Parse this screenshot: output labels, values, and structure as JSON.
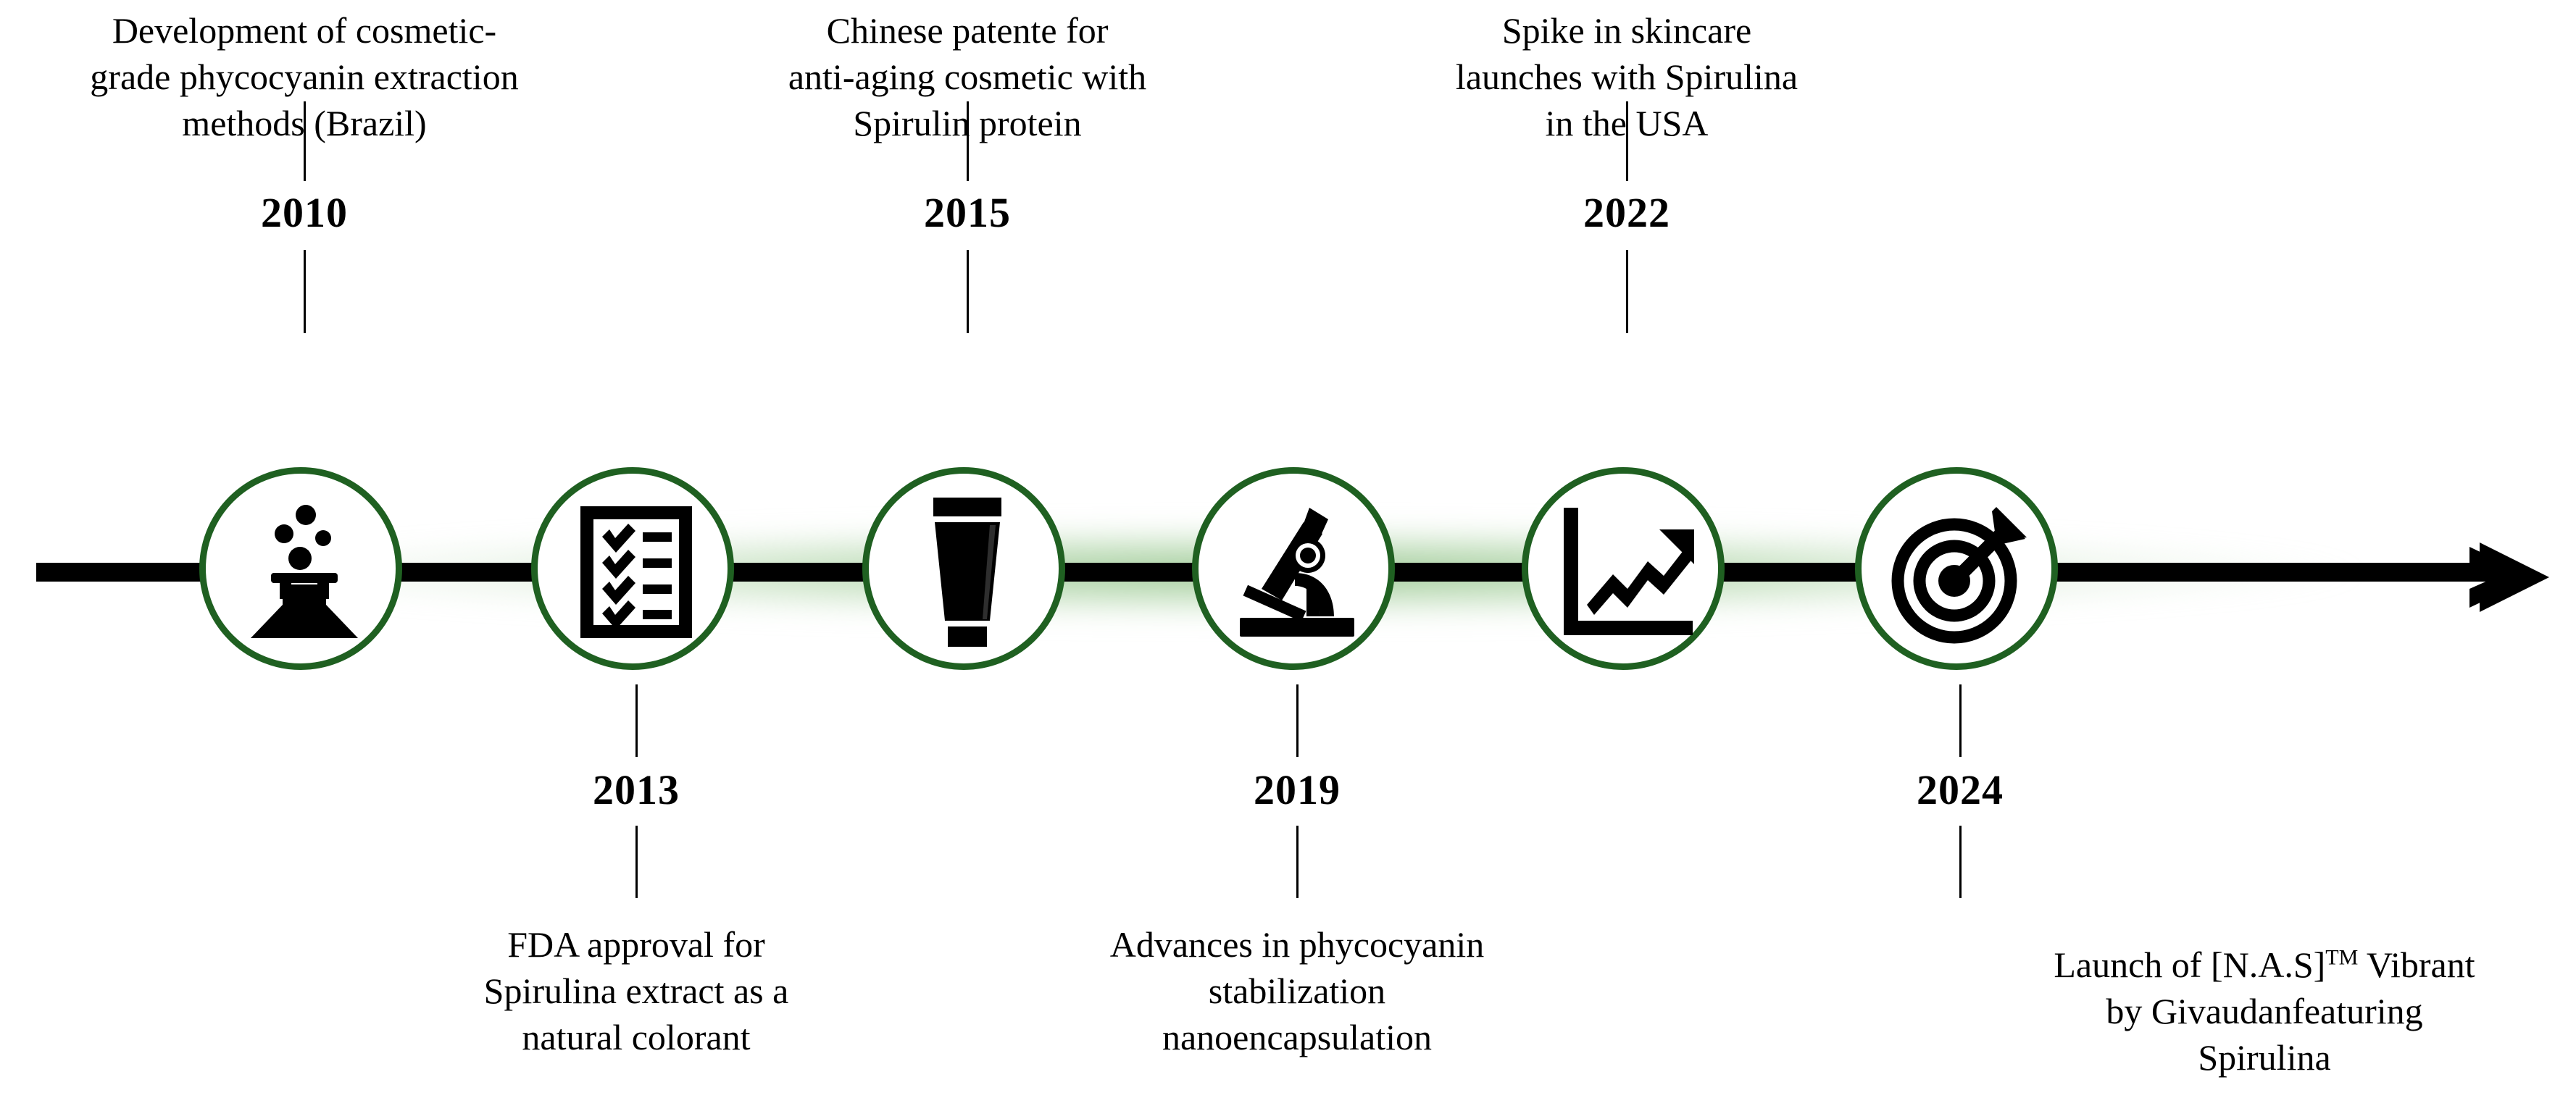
{
  "diagram": {
    "type": "horizontal-timeline",
    "title": "",
    "accent_color": "#1f6021",
    "line_color": "#000000",
    "glow_color": "#9ec79a",
    "background": "#ffffff",
    "arrow_direction": "right"
  },
  "events": [
    {
      "year": "2010",
      "icon": "flask-icon",
      "position": "above",
      "caption": "Development of cosmetic-grade phycocyanin extraction methods (Brazil)",
      "caption_lines": [
        "Development of cosmetic-",
        "grade phycocyanin extraction",
        "methods (Brazil)"
      ]
    },
    {
      "year": "2013",
      "icon": "checklist-icon",
      "position": "below",
      "caption": "FDA approval for Spirulina extract as a natural colorant",
      "caption_lines": [
        "FDA approval for",
        "Spirulina extract as a",
        "natural colorant"
      ]
    },
    {
      "year": "2015",
      "icon": "cosmetic-tube-icon",
      "position": "above",
      "caption": "Chinese patente for anti-aging cosmetic with Spirulin protein",
      "caption_lines": [
        "Chinese patente for",
        "anti-aging cosmetic with",
        "Spirulin protein"
      ]
    },
    {
      "year": "2019",
      "icon": "microscope-icon",
      "position": "below",
      "caption": "Advances in phycocyanin stabilization nanoencapsulation",
      "caption_lines": [
        "Advances in phycocyanin",
        "stabilization",
        "nanoencapsulation"
      ]
    },
    {
      "year": "2022",
      "icon": "growth-chart-icon",
      "position": "above",
      "caption": "Spike in skincare launches with Spirulina in the USA",
      "caption_lines": [
        "Spike in skincare",
        "launches with Spirulina",
        "in the USA"
      ]
    },
    {
      "year": "2024",
      "icon": "target-arrow-icon",
      "position": "below",
      "caption": "Launch of [N.A.S]TM Vibrant by Givaudanfeaturing Spirulina",
      "caption_lines": [
        "Launch of [N.A.S]",
        " Vibrant",
        "by Givaudanfeaturing",
        "Spirulina"
      ],
      "trademark_mark": "TM"
    }
  ]
}
